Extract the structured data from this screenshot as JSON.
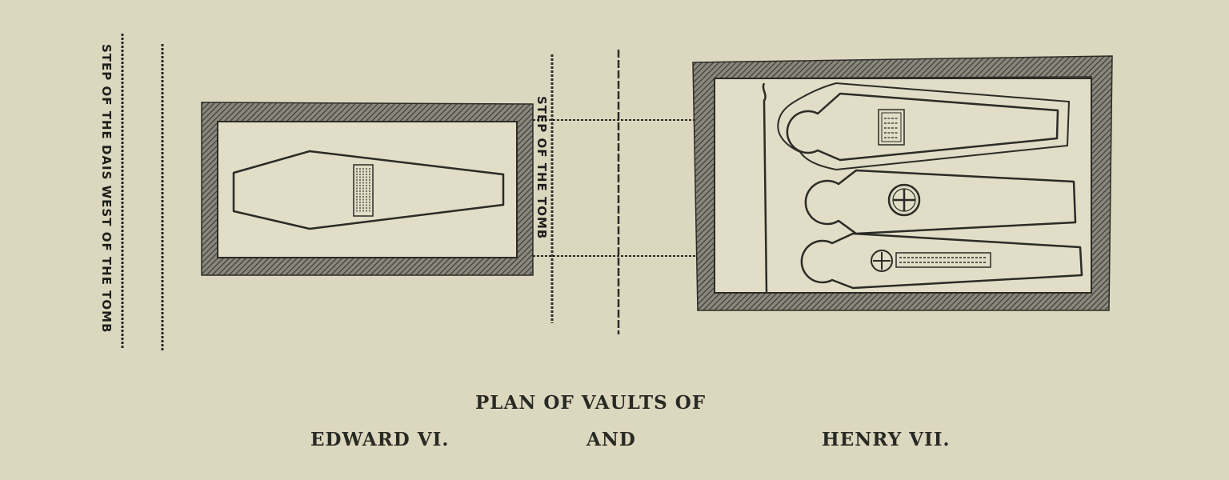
{
  "labels": {
    "dais_step": "STEP OF THE DAIS WEST OF THE TOMB",
    "tomb_step": "STEP OF THE TOMB"
  },
  "caption": {
    "line1": "PLAN OF VAULTS OF",
    "left": "EDWARD VI.",
    "middle": "AND",
    "right": "HENRY VII."
  },
  "colors": {
    "paper": "#dcd8bf",
    "ink": "#2a2a25",
    "wall_fill": "#6b6a62"
  }
}
